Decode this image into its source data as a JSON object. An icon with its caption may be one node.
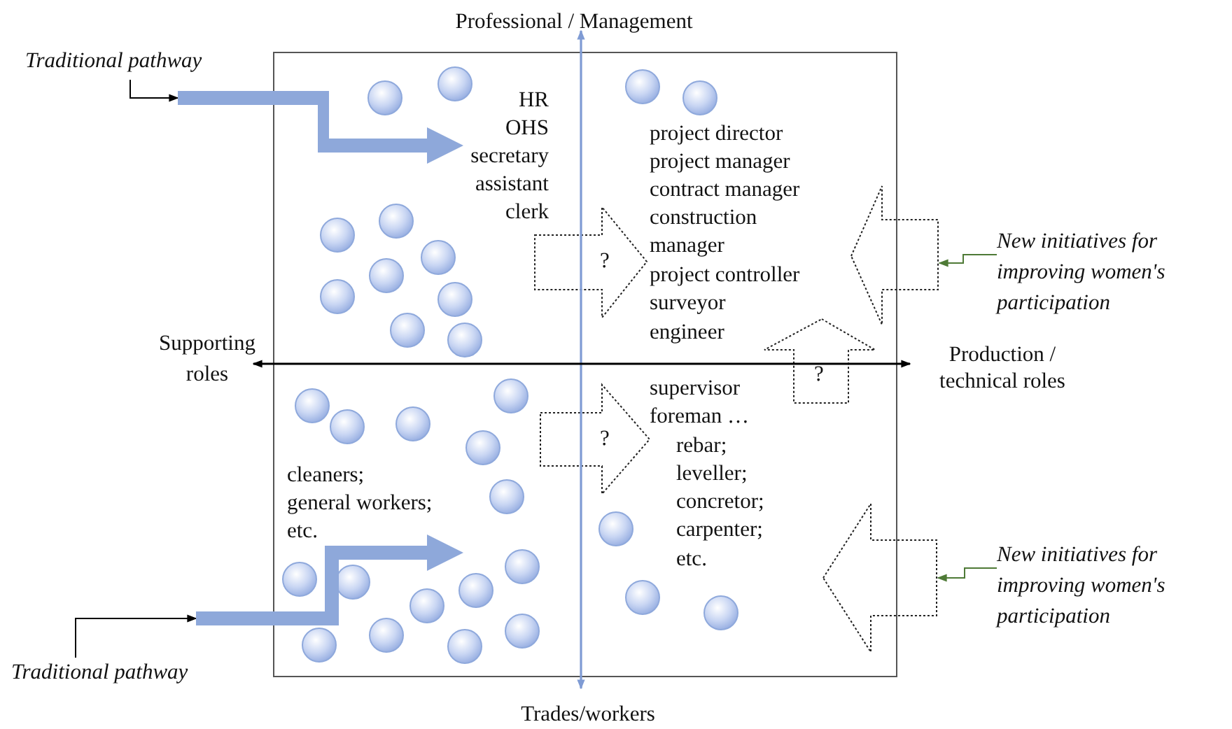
{
  "diagram": {
    "nodes": [
      {
        "text": [],
        "shape": "box"
      },
      {
        "text": [
          "Traditional pathway"
        ]
      },
      {
        "text": [],
        "shape": "arrow"
      },
      {
        "text": [
          "?"
        ],
        "in": 0
      },
      {
        "text": [
          "New initiatives for improving women's participation"
        ]
      },
      {
        "text": [],
        "shape": "arrow"
      },
      {
        "text": [
          "?"
        ],
        "in": 0
      },
      {
        "text": [
          "?"
        ],
        "in": 0
      },
      {
        "text": [
          "New initiatives for improving women's participation"
        ]
      },
      {
        "text": [],
        "shape": "arrow"
      },
      {
        "text": [],
        "shape": "arrow"
      },
      {
        "text": [
          "Traditional pathway"
        ]
      }
    ],
    "edges": [
      {
        "from": 1,
        "to": 2,
        "arrow": "to"
      },
      {
        "from": 4,
        "to": 5,
        "arrow": "to",
        "color": "#4e7a36"
      },
      {
        "from": 8,
        "to": 9,
        "arrow": "to",
        "color": "#4e7a36"
      },
      {
        "from": 11,
        "to": 10,
        "arrow": "to"
      }
    ],
    "labels": [
      "Professional / Management",
      "HR",
      "OHS",
      "secretary",
      "assistant",
      "clerk",
      "project director",
      "project manager",
      "contract manager",
      "construction manager",
      "project controller",
      "surveyor",
      "engineer",
      "Supporting roles",
      "Production / technical roles",
      "supervisor",
      "foreman …",
      "rebar;",
      "leveller;",
      "concretor;",
      "carpenter;",
      "etc.",
      "cleaners;",
      "general workers;",
      "etc.",
      "Trades/workers"
    ]
  }
}
